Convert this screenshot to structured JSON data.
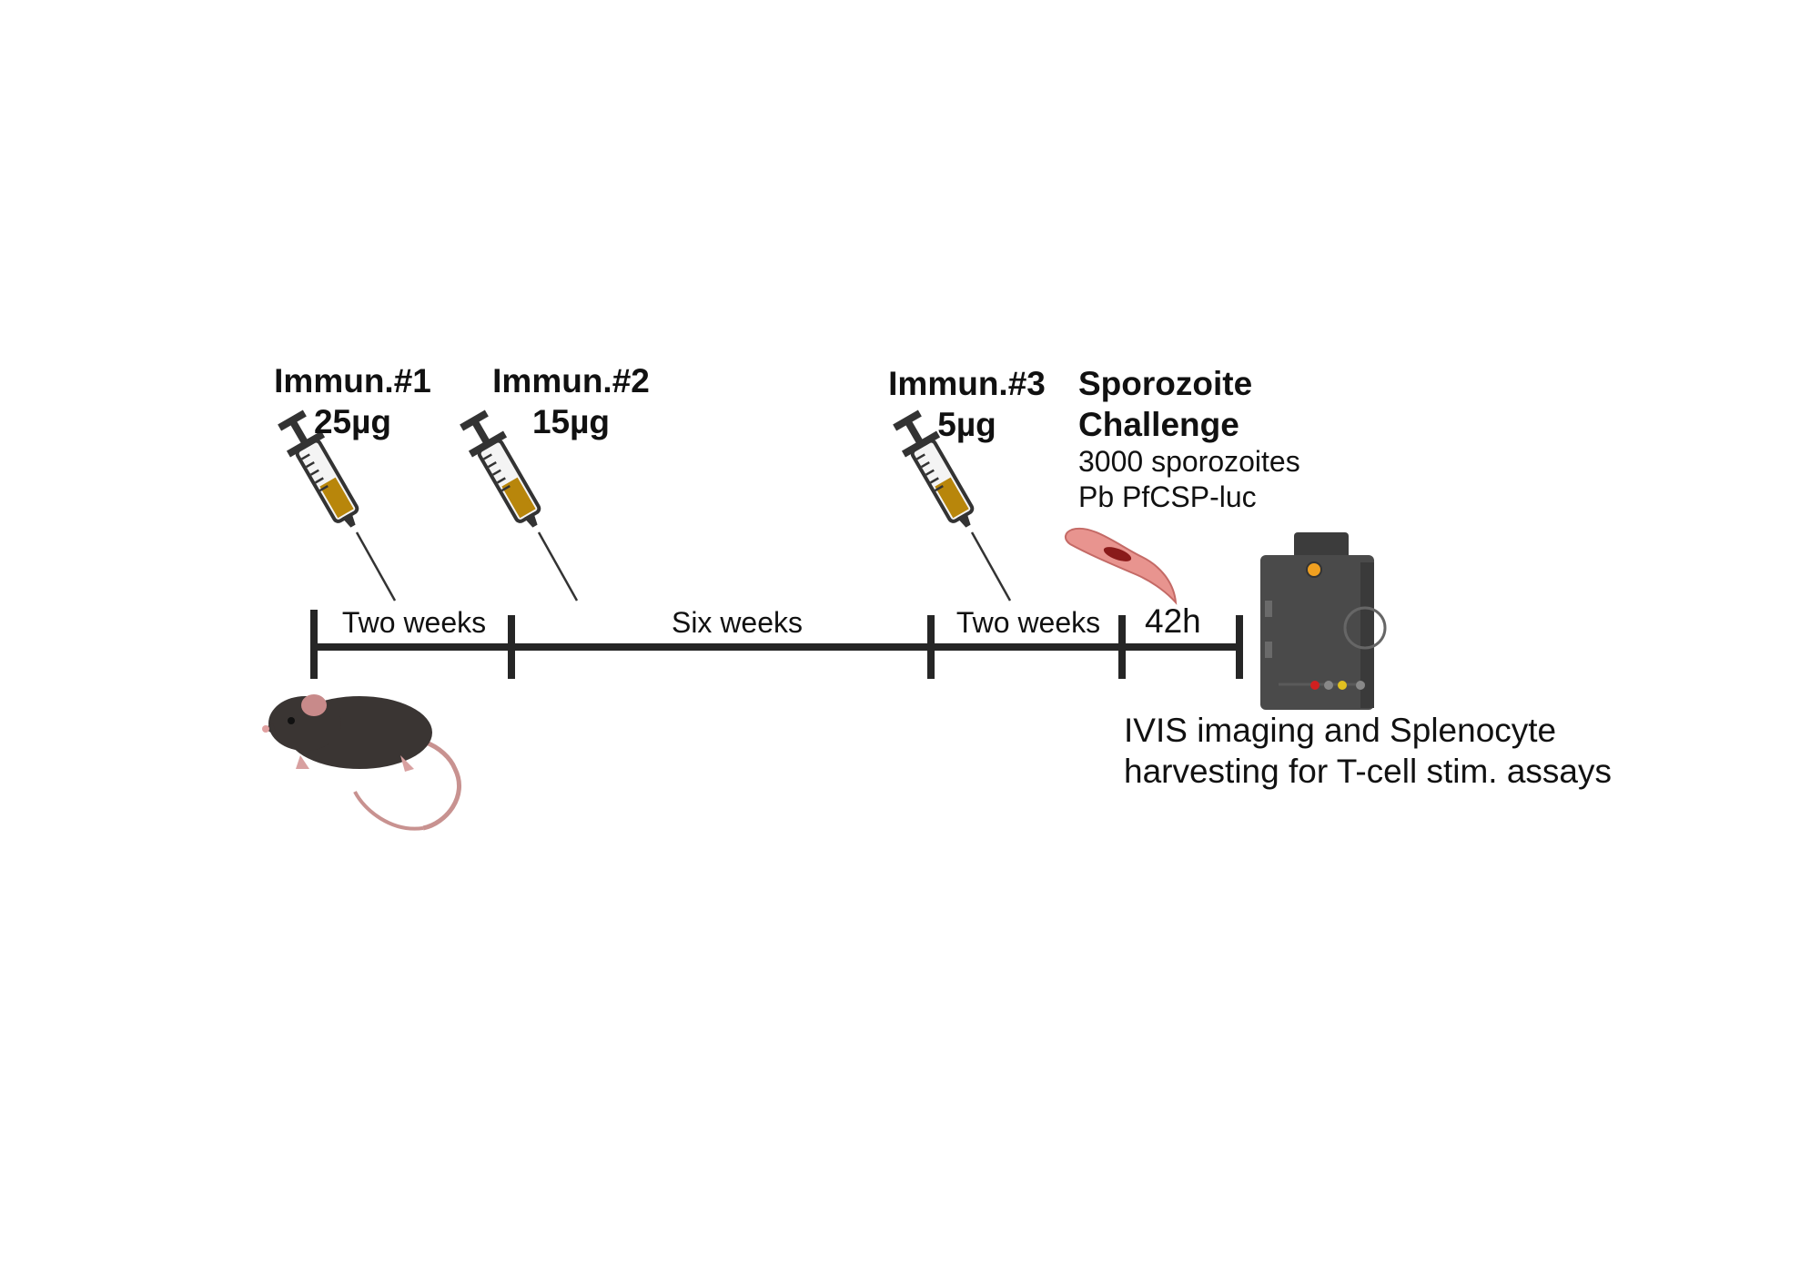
{
  "immunizations": [
    {
      "label": "Immun.#1",
      "dose": "25µg"
    },
    {
      "label": "Immun.#2",
      "dose": "15µg"
    },
    {
      "label": "Immun.#3",
      "dose": "5µg"
    }
  ],
  "challenge": {
    "title_line1": "Sporozoite",
    "title_line2": "Challenge",
    "detail_line1": "3000 sporozoites",
    "detail_line2": "Pb PfCSP-luc"
  },
  "intervals": [
    "Two weeks",
    "Six weeks",
    "Two weeks",
    "42h"
  ],
  "readout": {
    "line1": "IVIS imaging and Splenocyte",
    "line2": "harvesting for T-cell stim. assays"
  },
  "icons": [
    "syringe-icon",
    "mouse-icon",
    "sporozoite-icon",
    "ivis-imager-icon"
  ],
  "colors": {
    "timeline": "#262626",
    "syringe_fluid": "#b8860b",
    "sporozoite": "#e8948f",
    "mouse": "#3a3533",
    "imager": "#4a4a4a"
  }
}
